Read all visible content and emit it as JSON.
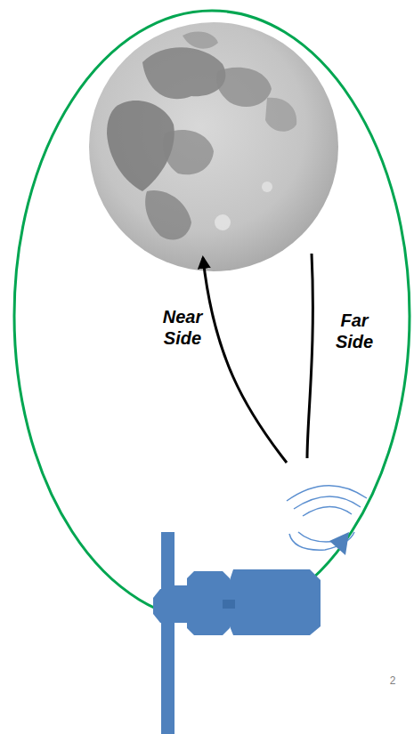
{
  "diagram": {
    "labels": [
      "Near Side",
      "Far Side",
      "2"
    ]
  }
}
